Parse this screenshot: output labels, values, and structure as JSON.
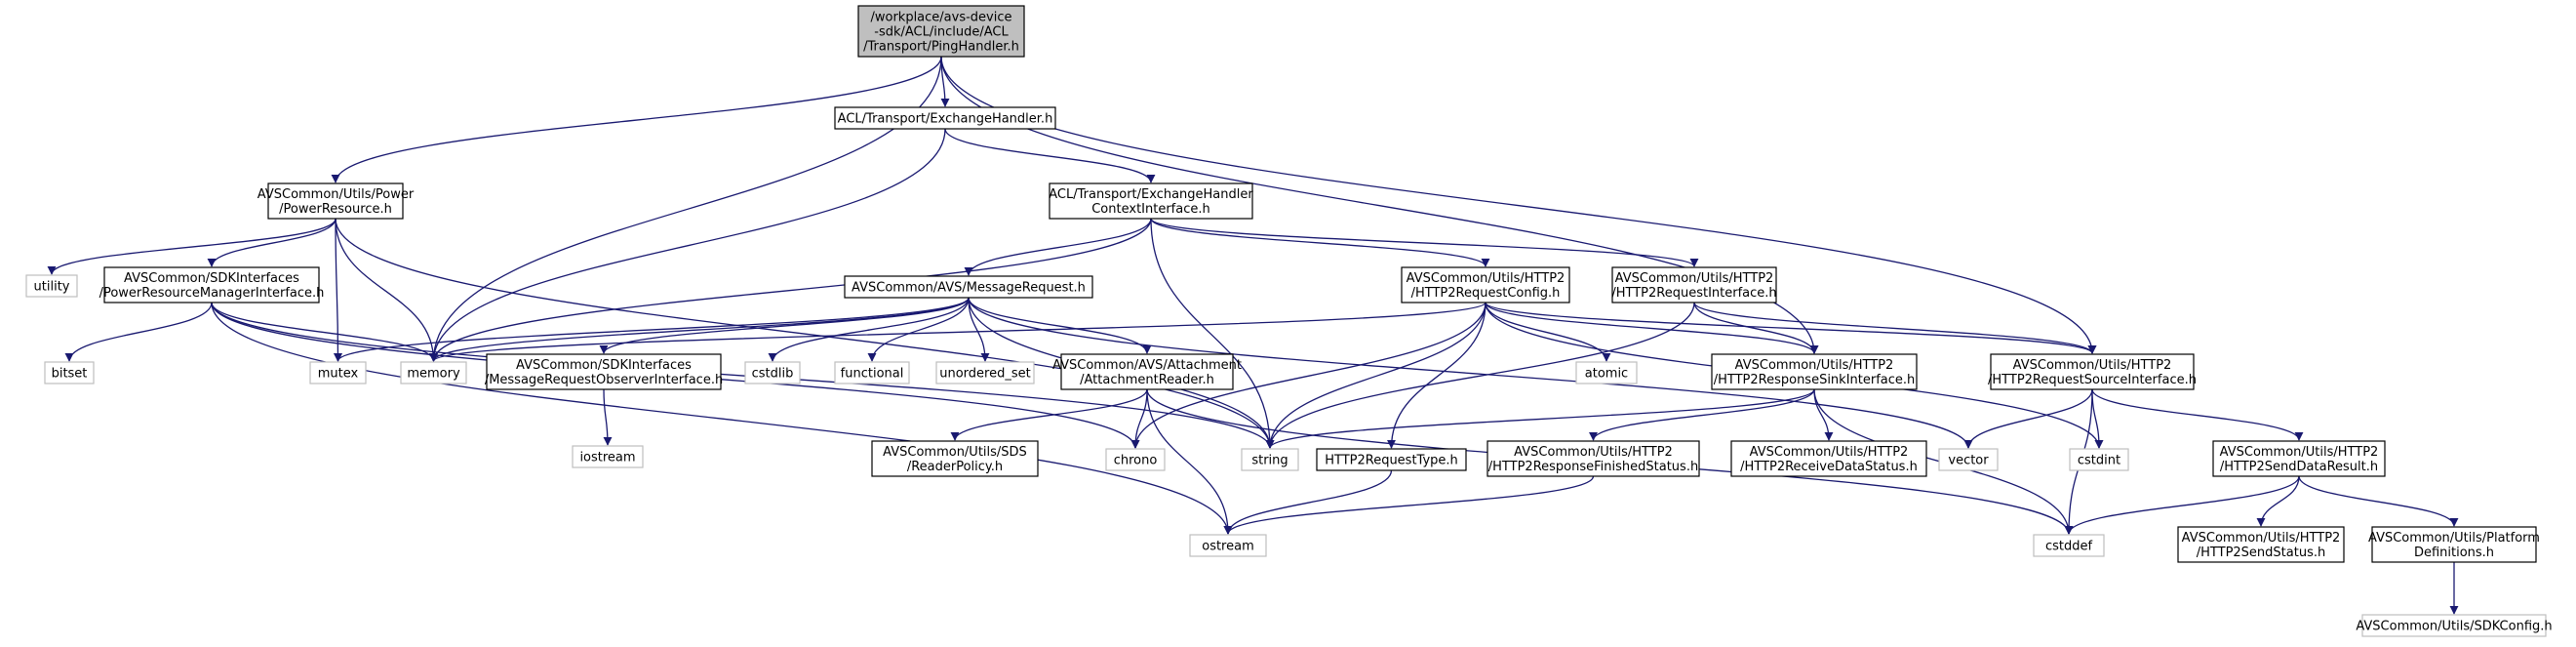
{
  "colors": {
    "edge": "#191970",
    "root_fill": "#bfbfbf",
    "system_border": "#bfbfbf",
    "header_border": "#000000"
  },
  "nodes": {
    "root": {
      "lines": [
        "/workplace/avs-device",
        "-sdk/ACL/include/ACL",
        "/Transport/PingHandler.h"
      ],
      "kind": "root"
    },
    "exch": {
      "lines": [
        "ACL/Transport/ExchangeHandler.h"
      ],
      "kind": "header"
    },
    "power": {
      "lines": [
        "AVSCommon/Utils/Power",
        "/PowerResource.h"
      ],
      "kind": "header"
    },
    "ctx": {
      "lines": [
        "ACL/Transport/ExchangeHandler",
        "ContextInterface.h"
      ],
      "kind": "header"
    },
    "utility": {
      "lines": [
        "utility"
      ],
      "kind": "system"
    },
    "prm": {
      "lines": [
        "AVSCommon/SDKInterfaces",
        "/PowerResourceManagerInterface.h"
      ],
      "kind": "header"
    },
    "msgreq": {
      "lines": [
        "AVSCommon/AVS/MessageRequest.h"
      ],
      "kind": "header"
    },
    "h2cfg": {
      "lines": [
        "AVSCommon/Utils/HTTP2",
        "/HTTP2RequestConfig.h"
      ],
      "kind": "header"
    },
    "h2req": {
      "lines": [
        "AVSCommon/Utils/HTTP2",
        "/HTTP2RequestInterface.h"
      ],
      "kind": "header"
    },
    "bitset": {
      "lines": [
        "bitset"
      ],
      "kind": "system"
    },
    "mutex": {
      "lines": [
        "mutex"
      ],
      "kind": "system"
    },
    "memory": {
      "lines": [
        "memory"
      ],
      "kind": "system"
    },
    "mro": {
      "lines": [
        "AVSCommon/SDKInterfaces",
        "/MessageRequestObserverInterface.h"
      ],
      "kind": "header"
    },
    "cstdlib": {
      "lines": [
        "cstdlib"
      ],
      "kind": "system"
    },
    "functional": {
      "lines": [
        "functional"
      ],
      "kind": "system"
    },
    "unordered": {
      "lines": [
        "unordered_set"
      ],
      "kind": "system"
    },
    "attrd": {
      "lines": [
        "AVSCommon/AVS/Attachment",
        "/AttachmentReader.h"
      ],
      "kind": "header"
    },
    "atomic": {
      "lines": [
        "atomic"
      ],
      "kind": "system"
    },
    "h2sink": {
      "lines": [
        "AVSCommon/Utils/HTTP2",
        "/HTTP2ResponseSinkInterface.h"
      ],
      "kind": "header"
    },
    "h2src": {
      "lines": [
        "AVSCommon/Utils/HTTP2",
        "/HTTP2RequestSourceInterface.h"
      ],
      "kind": "header"
    },
    "iostream": {
      "lines": [
        "iostream"
      ],
      "kind": "system"
    },
    "sds": {
      "lines": [
        "AVSCommon/Utils/SDS",
        "/ReaderPolicy.h"
      ],
      "kind": "header"
    },
    "chrono": {
      "lines": [
        "chrono"
      ],
      "kind": "system"
    },
    "string": {
      "lines": [
        "string"
      ],
      "kind": "system"
    },
    "h2rt": {
      "lines": [
        "HTTP2RequestType.h"
      ],
      "kind": "header"
    },
    "h2fin": {
      "lines": [
        "AVSCommon/Utils/HTTP2",
        "/HTTP2ResponseFinishedStatus.h"
      ],
      "kind": "header"
    },
    "h2recv": {
      "lines": [
        "AVSCommon/Utils/HTTP2",
        "/HTTP2ReceiveDataStatus.h"
      ],
      "kind": "header"
    },
    "vector": {
      "lines": [
        "vector"
      ],
      "kind": "system"
    },
    "cstdint": {
      "lines": [
        "cstdint"
      ],
      "kind": "system"
    },
    "h2sdr": {
      "lines": [
        "AVSCommon/Utils/HTTP2",
        "/HTTP2SendDataResult.h"
      ],
      "kind": "header"
    },
    "ostream": {
      "lines": [
        "ostream"
      ],
      "kind": "system"
    },
    "cstddef": {
      "lines": [
        "cstddef"
      ],
      "kind": "system"
    },
    "h2send": {
      "lines": [
        "AVSCommon/Utils/HTTP2",
        "/HTTP2SendStatus.h"
      ],
      "kind": "header"
    },
    "platdef": {
      "lines": [
        "AVSCommon/Utils/Platform",
        "Definitions.h"
      ],
      "kind": "header"
    },
    "sdkcfg": {
      "lines": [
        "AVSCommon/Utils/SDKConfig.h"
      ],
      "kind": "system"
    }
  },
  "edges": [
    [
      "root",
      "exch"
    ],
    [
      "root",
      "power"
    ],
    [
      "root",
      "memory"
    ],
    [
      "root",
      "h2sink"
    ],
    [
      "root",
      "h2src"
    ],
    [
      "exch",
      "ctx"
    ],
    [
      "exch",
      "memory"
    ],
    [
      "power",
      "utility"
    ],
    [
      "power",
      "prm"
    ],
    [
      "power",
      "mutex"
    ],
    [
      "power",
      "memory"
    ],
    [
      "power",
      "string"
    ],
    [
      "ctx",
      "msgreq"
    ],
    [
      "ctx",
      "h2cfg"
    ],
    [
      "ctx",
      "h2req"
    ],
    [
      "ctx",
      "memory"
    ],
    [
      "ctx",
      "string"
    ],
    [
      "prm",
      "bitset"
    ],
    [
      "prm",
      "memory"
    ],
    [
      "prm",
      "string"
    ],
    [
      "prm",
      "chrono"
    ],
    [
      "prm",
      "ostream"
    ],
    [
      "msgreq",
      "memory"
    ],
    [
      "msgreq",
      "mro"
    ],
    [
      "msgreq",
      "cstdlib"
    ],
    [
      "msgreq",
      "functional"
    ],
    [
      "msgreq",
      "unordered"
    ],
    [
      "msgreq",
      "attrd"
    ],
    [
      "msgreq",
      "mutex"
    ],
    [
      "msgreq",
      "string"
    ],
    [
      "msgreq",
      "vector"
    ],
    [
      "h2cfg",
      "memory"
    ],
    [
      "h2cfg",
      "atomic"
    ],
    [
      "h2cfg",
      "h2sink"
    ],
    [
      "h2cfg",
      "h2src"
    ],
    [
      "h2cfg",
      "h2rt"
    ],
    [
      "h2cfg",
      "string"
    ],
    [
      "h2cfg",
      "chrono"
    ],
    [
      "h2cfg",
      "cstdint"
    ],
    [
      "h2req",
      "h2sink"
    ],
    [
      "h2req",
      "h2src"
    ],
    [
      "h2req",
      "string"
    ],
    [
      "mro",
      "iostream"
    ],
    [
      "attrd",
      "sds"
    ],
    [
      "attrd",
      "chrono"
    ],
    [
      "attrd",
      "ostream"
    ],
    [
      "attrd",
      "cstddef"
    ],
    [
      "h2sink",
      "h2fin"
    ],
    [
      "h2sink",
      "h2recv"
    ],
    [
      "h2sink",
      "string"
    ],
    [
      "h2sink",
      "cstddef"
    ],
    [
      "h2src",
      "h2sdr"
    ],
    [
      "h2src",
      "vector"
    ],
    [
      "h2src",
      "cstdint"
    ],
    [
      "h2src",
      "cstddef"
    ],
    [
      "h2rt",
      "ostream"
    ],
    [
      "h2fin",
      "ostream"
    ],
    [
      "h2sdr",
      "h2send"
    ],
    [
      "h2sdr",
      "platdef"
    ],
    [
      "h2sdr",
      "cstddef"
    ],
    [
      "platdef",
      "sdkcfg"
    ]
  ]
}
